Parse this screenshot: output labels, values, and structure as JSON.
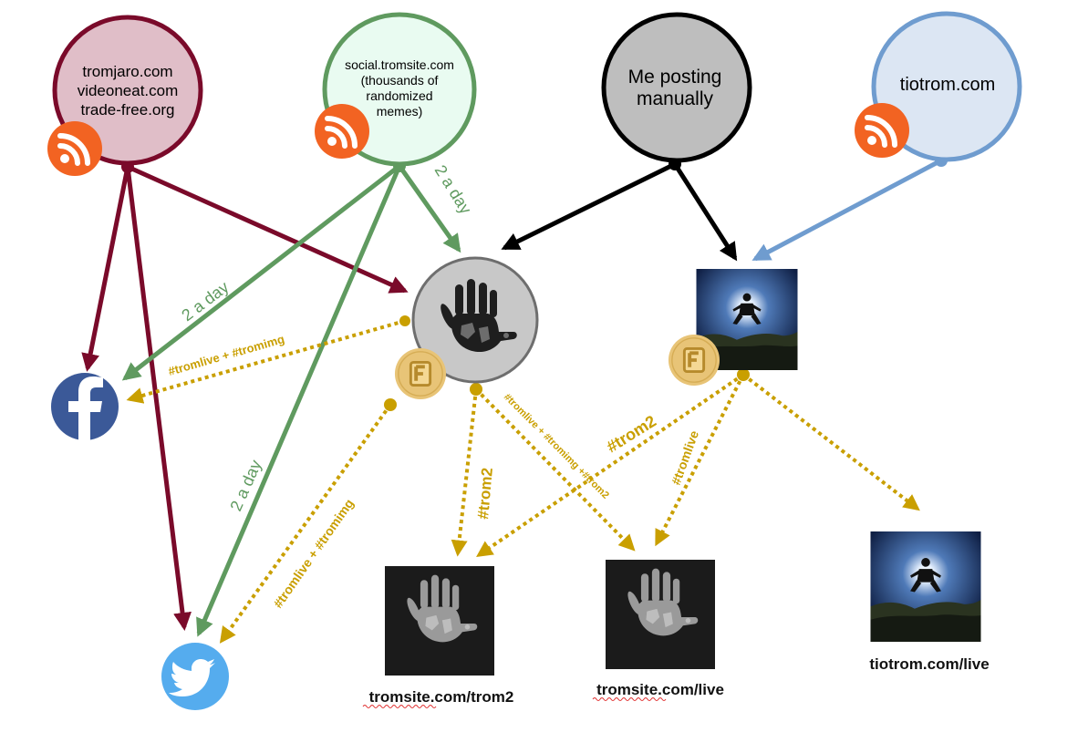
{
  "sources": {
    "tromjaro": {
      "lines": [
        "tromjaro.com",
        "videoneat.com",
        "trade-free.org"
      ],
      "has_rss": true,
      "icon": "rss-icon"
    },
    "social": {
      "lines": [
        "social.tromsite.com",
        "(thousands of",
        "randomized",
        "memes)"
      ],
      "has_rss": true,
      "icon": "rss-icon"
    },
    "manual": {
      "lines": [
        "Me posting",
        "manually"
      ],
      "has_rss": false
    },
    "tiotrom": {
      "lines": [
        "tiotrom.com"
      ],
      "has_rss": true,
      "icon": "rss-icon"
    }
  },
  "hubs": {
    "tromsite_hand": {
      "icon": "hand-world-icon",
      "badge": "flarum-icon"
    },
    "tiotrom_jump": {
      "icon": "jumping-person-photo",
      "badge": "flarum-icon"
    }
  },
  "destinations": {
    "facebook": {
      "icon": "facebook-icon"
    },
    "twitter": {
      "icon": "twitter-icon"
    },
    "trom2": {
      "label": "tromsite.com/trom2",
      "icon": "hand-world-icon"
    },
    "live": {
      "label": "tromsite.com/live",
      "icon": "hand-world-icon"
    },
    "tiolive": {
      "label": "tiotrom.com/live",
      "icon": "jumping-person-photo"
    }
  },
  "edge_labels": {
    "two_a_day_top": "2 a day",
    "two_a_day_fb": "2 a day",
    "two_a_day_tw": "2 a day",
    "fb_tag": "#tromlive + #tromimg",
    "tw_tag": "#tromlive + #tromimg",
    "trom2_tag": "#trom2",
    "live_tag": "#tromlive + #tromimg +#trom2",
    "tio_trom2_tag": "#trom2",
    "tio_live_tag": "#tromlive"
  },
  "colors": {
    "tromjaro": "#7a0a2a",
    "tromjaro_fill": "#e0bec8",
    "social": "#5f9a5f",
    "social_fill": "#e9fbf1",
    "manual": "#000000",
    "manual_fill": "#bebebe",
    "tiotrom": "#6f9ccf",
    "tiotrom_fill": "#dce6f3",
    "gold": "#c99f00",
    "rss": "#f26322",
    "facebook": "#3b5998",
    "twitter": "#55acee",
    "flarum": "#e8c477"
  }
}
